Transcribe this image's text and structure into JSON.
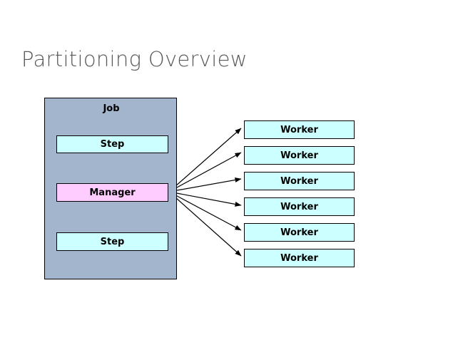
{
  "slide": {
    "title": "Partitioning Overview",
    "background_color": "#ffffff",
    "title_color": "#595959"
  },
  "diagram": {
    "type": "block-diagram",
    "job": {
      "label": "Job",
      "fill_color": "#a3b5cc",
      "border_color": "#000000",
      "nodes": [
        {
          "label": "Step",
          "kind": "step",
          "fill_color": "#ccffff"
        },
        {
          "label": "Manager",
          "kind": "manager",
          "fill_color": "#ffccff"
        },
        {
          "label": "Step",
          "kind": "step",
          "fill_color": "#ccffff"
        }
      ]
    },
    "workers": {
      "fill_color": "#ccffff",
      "count": 6,
      "items": [
        {
          "label": "Worker"
        },
        {
          "label": "Worker"
        },
        {
          "label": "Worker"
        },
        {
          "label": "Worker"
        },
        {
          "label": "Worker"
        },
        {
          "label": "Worker"
        }
      ]
    },
    "connections": {
      "flow": [
        {
          "from": "Step",
          "to": "Manager",
          "style": "arrow-down"
        },
        {
          "from": "Manager",
          "to": "Step",
          "style": "arrow-down"
        }
      ],
      "fanout_from": "Manager",
      "fanout_to": "Worker",
      "fanout_count": 6,
      "line_color": "#000000"
    }
  }
}
